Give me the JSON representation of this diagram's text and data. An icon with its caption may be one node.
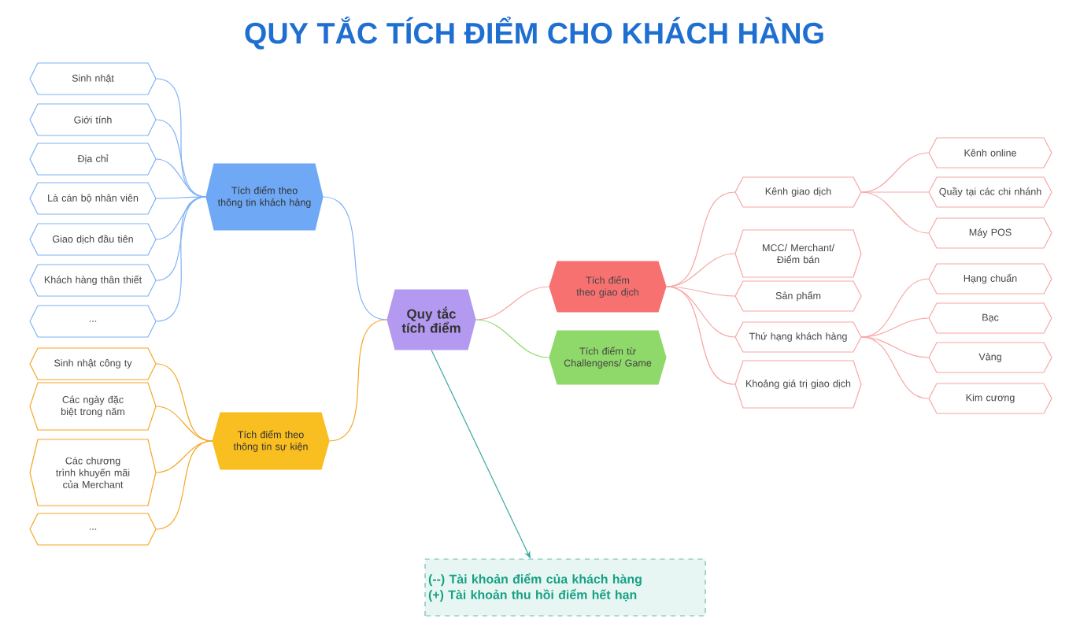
{
  "diagram": {
    "title": "QUY TẮC TÍCH ĐIỂM CHO KHÁCH HÀNG",
    "nodes": [
      {
        "text": [
          "Quy tắc tích điểm"
        ]
      },
      {
        "text": [
          "Tích điểm theo thông tin khách hàng"
        ]
      },
      {
        "text": [
          "Sinh nhật"
        ]
      },
      {
        "text": [
          "Giới tính"
        ]
      },
      {
        "text": [
          "Địa chỉ"
        ]
      },
      {
        "text": [
          "Là cán bộ nhân viên"
        ]
      },
      {
        "text": [
          "Giao dịch đầu tiên"
        ]
      },
      {
        "text": [
          "Khách hàng thân thiết"
        ]
      },
      {
        "text": [
          "..."
        ]
      },
      {
        "text": [
          "Tích điểm theo thông tin sự kiện"
        ]
      },
      {
        "text": [
          "Sinh nhật công ty"
        ]
      },
      {
        "text": [
          "Các ngày đặc biệt trong năm"
        ]
      },
      {
        "text": [
          "Các chương trình khuyến mãi của Merchant"
        ]
      },
      {
        "text": [
          "..."
        ]
      },
      {
        "text": [
          "Tích điểm theo giao dịch"
        ]
      },
      {
        "text": [
          "Tích điểm từ Challengens/ Game"
        ]
      },
      {
        "text": [
          "Kênh giao dịch"
        ]
      },
      {
        "text": [
          "MCC/ Merchant/ Điểm bán"
        ]
      },
      {
        "text": [
          "Sản phẩm"
        ]
      },
      {
        "text": [
          "Thứ hạng khách hàng"
        ]
      },
      {
        "text": [
          "Khoảng giá trị giao dịch"
        ]
      },
      {
        "text": [
          "Kênh online"
        ]
      },
      {
        "text": [
          "Quầy tại các chi nhánh"
        ]
      },
      {
        "text": [
          "Máy POS"
        ]
      },
      {
        "text": [
          "Hạng chuẩn"
        ]
      },
      {
        "text": [
          "Bạc"
        ]
      },
      {
        "text": [
          "Vàng"
        ]
      },
      {
        "text": [
          "Kim cương"
        ]
      },
      {
        "text": [
          "(--) Tài khoản điểm của khách hàng",
          "(+) Tài khoản thu hồi điểm hết hạn"
        ]
      }
    ],
    "edges": [
      {
        "from": 0,
        "to": 1,
        "arrow": "none",
        "color": "#7fb2f5"
      },
      {
        "from": 1,
        "to": 2,
        "arrow": "none",
        "color": "#7fb2f5"
      },
      {
        "from": 1,
        "to": 3,
        "arrow": "none",
        "color": "#7fb2f5"
      },
      {
        "from": 1,
        "to": 4,
        "arrow": "none",
        "color": "#7fb2f5"
      },
      {
        "from": 1,
        "to": 5,
        "arrow": "none",
        "color": "#7fb2f5"
      },
      {
        "from": 1,
        "to": 6,
        "arrow": "none",
        "color": "#7fb2f5"
      },
      {
        "from": 1,
        "to": 7,
        "arrow": "none",
        "color": "#7fb2f5"
      },
      {
        "from": 1,
        "to": 8,
        "arrow": "none",
        "color": "#7fb2f5"
      },
      {
        "from": 0,
        "to": 9,
        "arrow": "none",
        "color": "#f5a623"
      },
      {
        "from": 9,
        "to": 10,
        "arrow": "none",
        "color": "#f5a623"
      },
      {
        "from": 9,
        "to": 11,
        "arrow": "none",
        "color": "#f5a623"
      },
      {
        "from": 9,
        "to": 12,
        "arrow": "none",
        "color": "#f5a623"
      },
      {
        "from": 9,
        "to": 13,
        "arrow": "none",
        "color": "#f5a623"
      },
      {
        "from": 0,
        "to": 14,
        "arrow": "none"
      },
      {
        "from": 0,
        "to": 15,
        "arrow": "none",
        "color": "#8fd96a"
      },
      {
        "from": 14,
        "to": 16,
        "arrow": "none"
      },
      {
        "from": 14,
        "to": 17,
        "arrow": "none"
      },
      {
        "from": 14,
        "to": 18,
        "arrow": "none"
      },
      {
        "from": 14,
        "to": 19,
        "arrow": "none"
      },
      {
        "from": 14,
        "to": 20,
        "arrow": "none"
      },
      {
        "from": 16,
        "to": 21,
        "arrow": "none"
      },
      {
        "from": 16,
        "to": 22,
        "arrow": "none"
      },
      {
        "from": 16,
        "to": 23,
        "arrow": "none"
      },
      {
        "from": 19,
        "to": 24,
        "arrow": "none"
      },
      {
        "from": 19,
        "to": 25,
        "arrow": "none"
      },
      {
        "from": 19,
        "to": 26,
        "arrow": "none"
      },
      {
        "from": 19,
        "to": 27,
        "arrow": "none"
      },
      {
        "from": 0,
        "to": 28,
        "arrow": "to",
        "color": "#3aa8a0"
      }
    ]
  }
}
